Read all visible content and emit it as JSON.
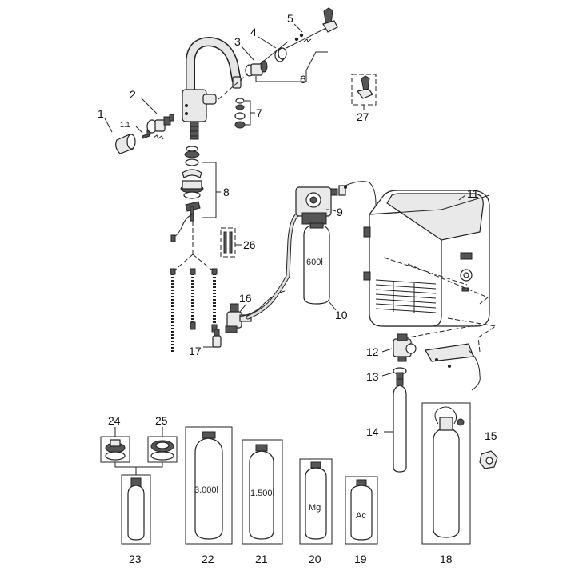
{
  "diagram": {
    "labels": {
      "p1": "1",
      "p1_1": "1.1",
      "p2": "2",
      "p3": "3",
      "p4": "4",
      "p5": "5",
      "p6": "6",
      "p7": "7",
      "p8": "8",
      "p9": "9",
      "p10": "10",
      "p11": "11",
      "p12": "12",
      "p13": "13",
      "p14": "14",
      "p15": "15",
      "p16": "16",
      "p17": "17",
      "p18": "18",
      "p19": "19",
      "p20": "20",
      "p21": "21",
      "p22": "22",
      "p23": "23",
      "p24": "24",
      "p25": "25",
      "p26": "26",
      "p27": "27"
    },
    "capacities": {
      "filter_10": "600l",
      "filter_22": "3.000l",
      "filter_21": "1.500l",
      "filter_20": "Mg",
      "filter_19": "Ac"
    }
  }
}
